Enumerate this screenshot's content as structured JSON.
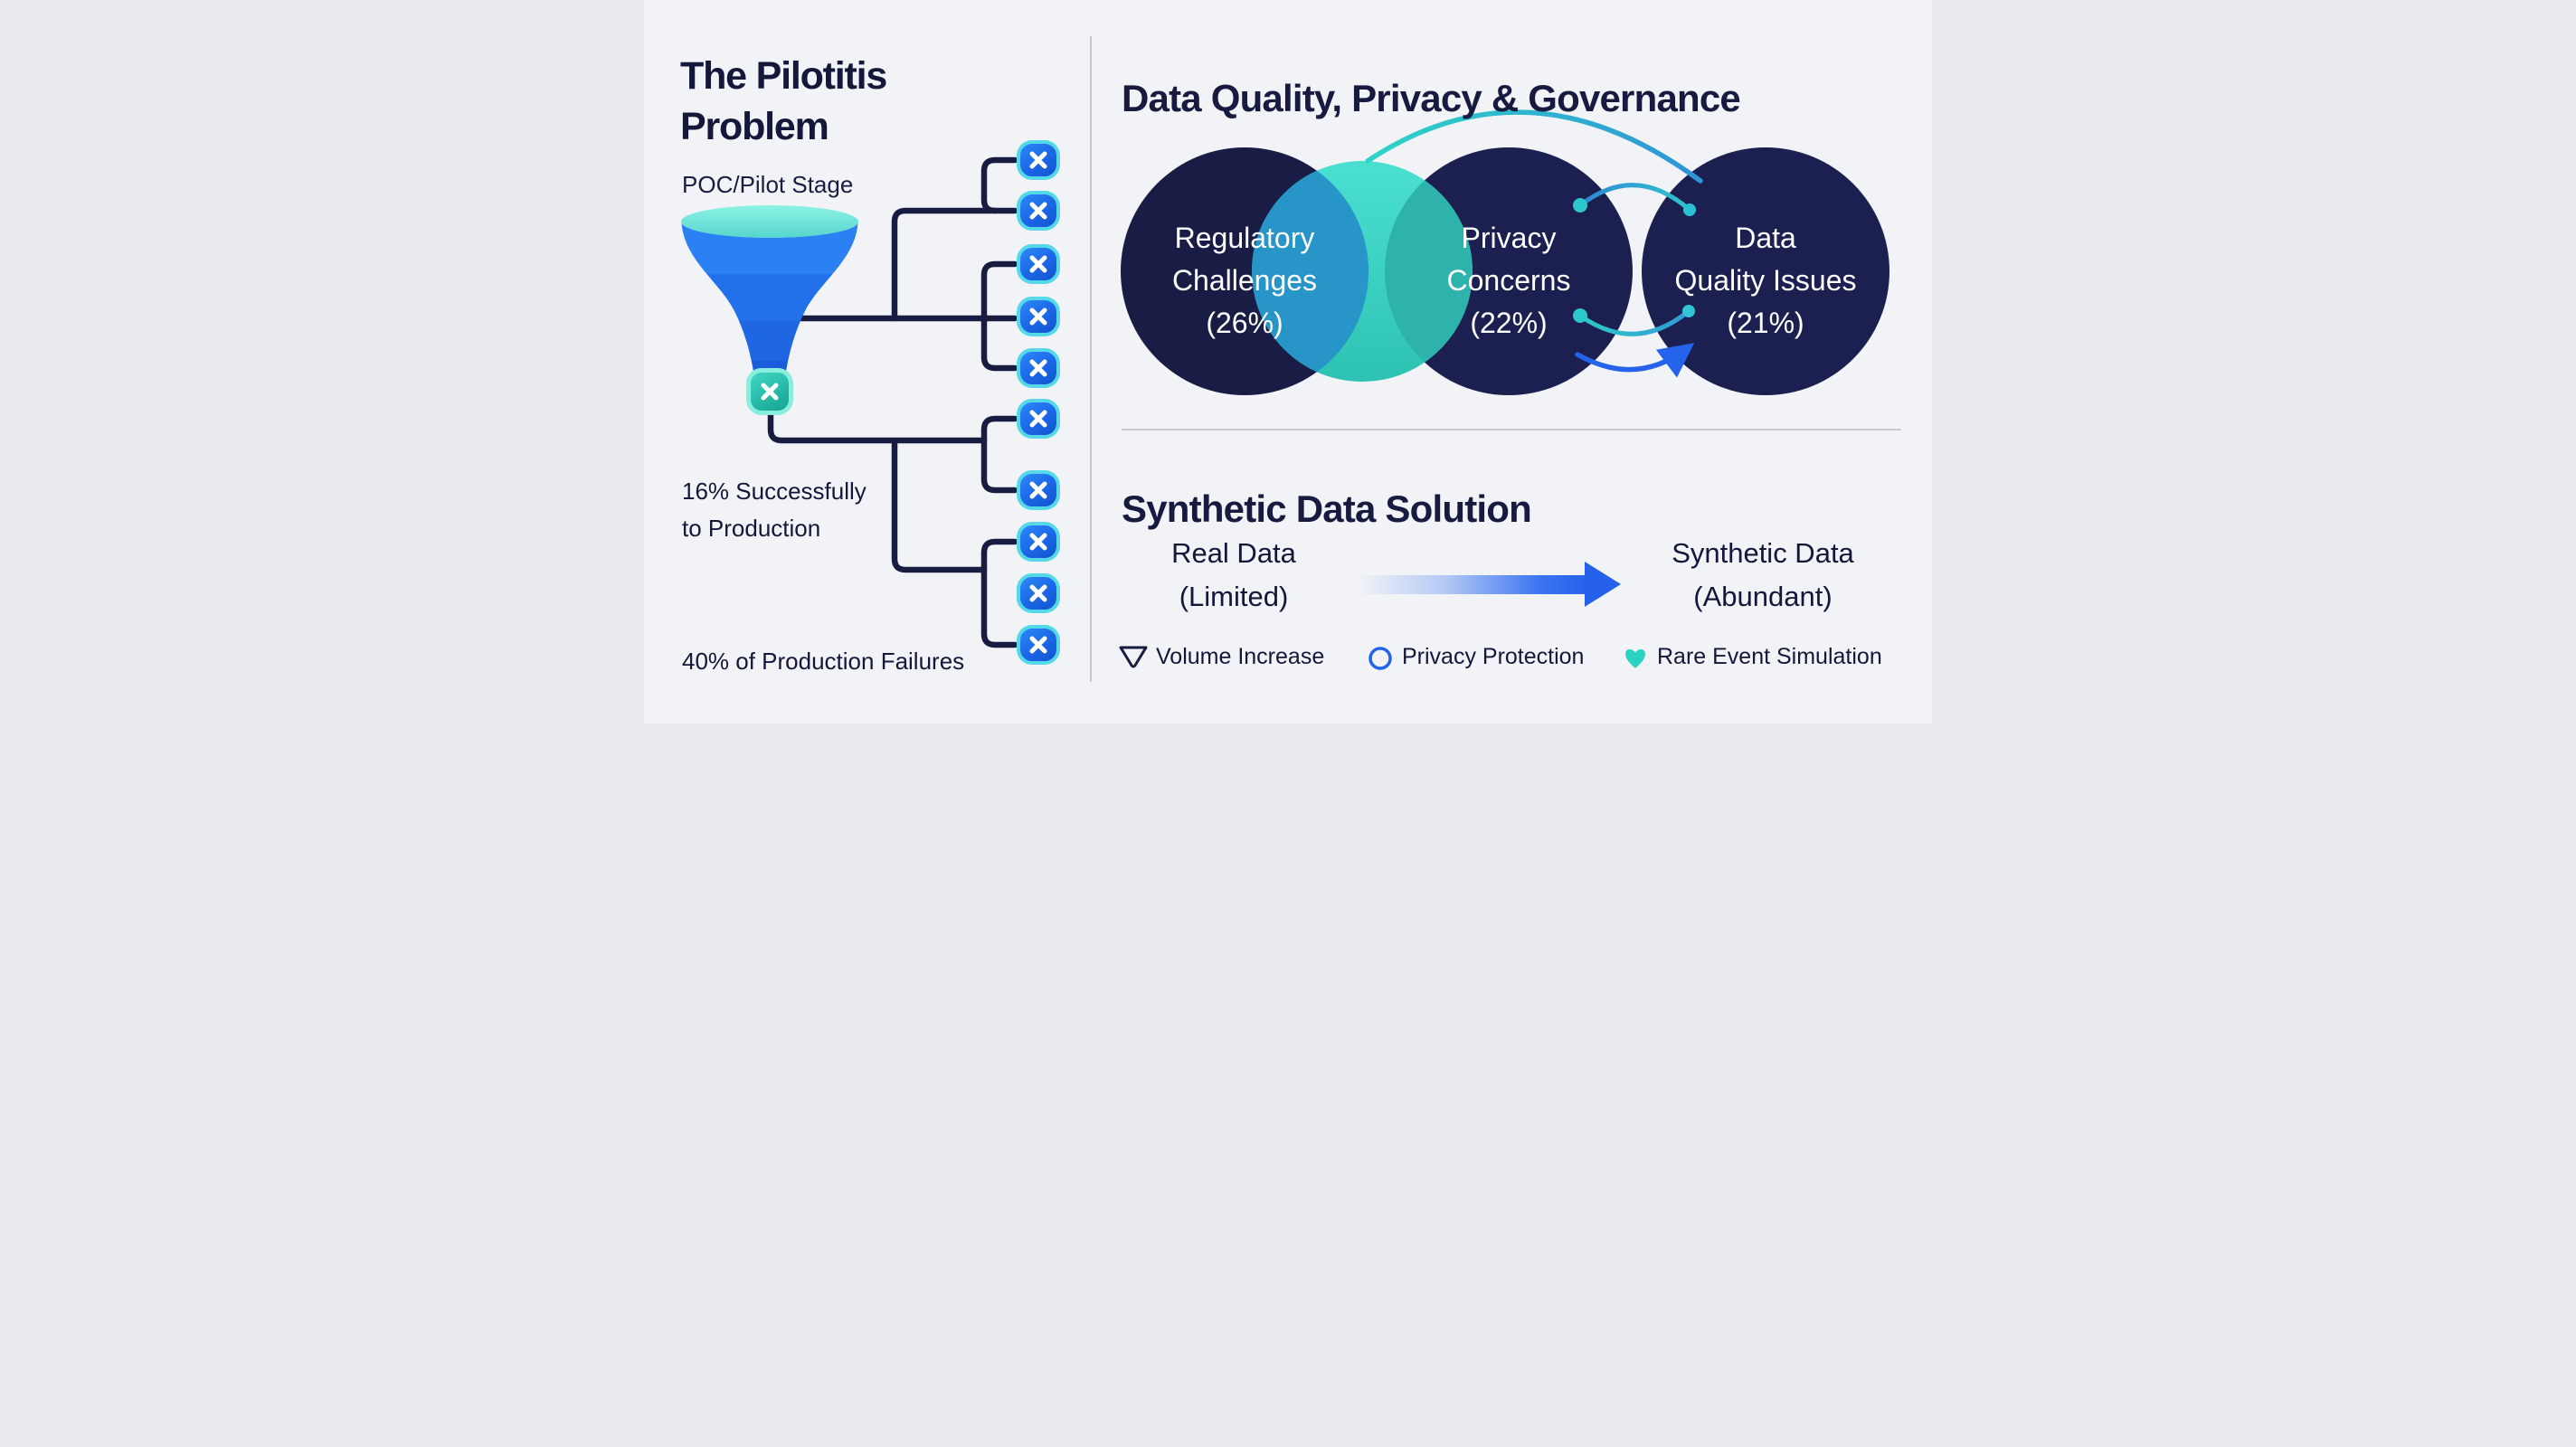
{
  "canvas": {
    "background": "#f2f3f6",
    "navy": "#171c40",
    "accent_blue": "#2563ea",
    "accent_teal": "#2ed3c4"
  },
  "pilotitis": {
    "title": "The Pilotitis\nProblem",
    "stage_label": "POC/Pilot Stage",
    "success_label": "16% Successfully\nto Production",
    "failure_label": "40% of Production Failures",
    "failed_branch_count": 10
  },
  "governance": {
    "title": "Data Quality, Privacy & Governance",
    "venn": [
      {
        "name": "Regulatory Challenges",
        "pct": 26,
        "label": "Regulatory\nChallenges\n(26%)"
      },
      {
        "name": "Privacy Concerns",
        "pct": 22,
        "label": "Privacy\nConcerns\n(22%)"
      },
      {
        "name": "Data Quality Issues",
        "pct": 21,
        "label": "Data\nQuality Issues\n(21%)"
      }
    ]
  },
  "solution": {
    "title": "Synthetic Data Solution",
    "from_label": "Real Data\n(Limited)",
    "to_label": "Synthetic Data\n(Abundant)",
    "legend": [
      {
        "icon": "funnel-outline-icon",
        "label": "Volume Increase"
      },
      {
        "icon": "circle-outline-icon",
        "label": "Privacy Protection"
      },
      {
        "icon": "heart-icon",
        "label": "Rare Event Simulation"
      }
    ]
  }
}
